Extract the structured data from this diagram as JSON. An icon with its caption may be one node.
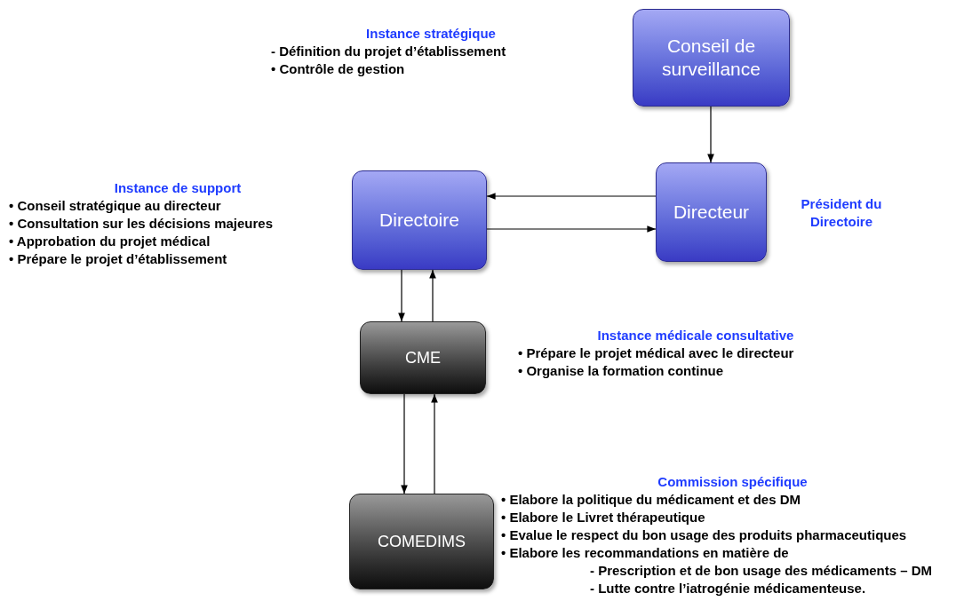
{
  "diagram": {
    "nodes": [
      {
        "text": [
          "Conseil de surveillance"
        ],
        "beside": [
          "Instance stratégique",
          "-  Définition du projet  d’établissement",
          "• Contrôle de gestion"
        ]
      },
      {
        "text": [
          "Directeur"
        ],
        "beside": [
          "Président du Directoire"
        ]
      },
      {
        "text": [
          "Directoire"
        ],
        "beside": [
          "Instance de support",
          "• Conseil stratégique au directeur",
          "• Consultation sur les décisions majeures",
          "• Approbation du projet médical",
          "• Prépare le projet d’établissement"
        ]
      },
      {
        "text": [
          "CME"
        ],
        "beside": [
          "Instance médicale consultative",
          "• Prépare le projet médical avec le directeur",
          "• Organise la formation continue"
        ]
      },
      {
        "text": [
          "COMEDIMS"
        ],
        "beside": [
          "Commission spécifique",
          "• Elabore la politique du médicament et des DM",
          "• Elabore le Livret thérapeutique",
          "• Evalue le respect du bon usage des produits pharmaceutiques",
          "• Elabore les recommandations en matière de",
          "- Prescription et de bon usage des médicaments – DM",
          "- Lutte contre l’iatrogénie médicamenteuse."
        ]
      }
    ],
    "edges": [
      {
        "from": 0,
        "to": 1,
        "arrow": "to"
      },
      {
        "from": 1,
        "to": 2,
        "arrow": "to"
      },
      {
        "from": 2,
        "to": 1,
        "arrow": "to"
      },
      {
        "from": 2,
        "to": 3,
        "arrow": "to"
      },
      {
        "from": 3,
        "to": 2,
        "arrow": "to"
      },
      {
        "from": 3,
        "to": 4,
        "arrow": "to"
      },
      {
        "from": 4,
        "to": 3,
        "arrow": "to"
      }
    ]
  }
}
